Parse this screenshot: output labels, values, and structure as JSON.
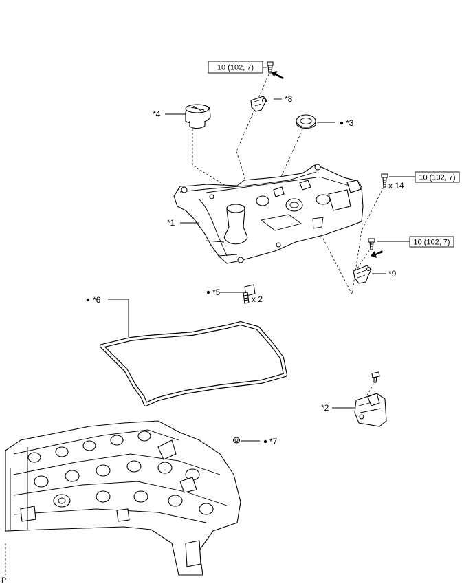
{
  "torque_specs": {
    "top_bolt": "10 (102, 7)",
    "right_bolts": "10 (102, 7)",
    "sensor_bolt": "10 (102, 7)"
  },
  "callouts": {
    "c1": "*1",
    "c2": "*2",
    "c3": "*3",
    "c4": "*4",
    "c5": "*5",
    "c6": "*6",
    "c7": "*7",
    "c8": "*8",
    "c9": "*9"
  },
  "quantities": {
    "right_bolts": "x 14",
    "c5_bolts": "x 2"
  },
  "footer": {
    "code": "P"
  }
}
